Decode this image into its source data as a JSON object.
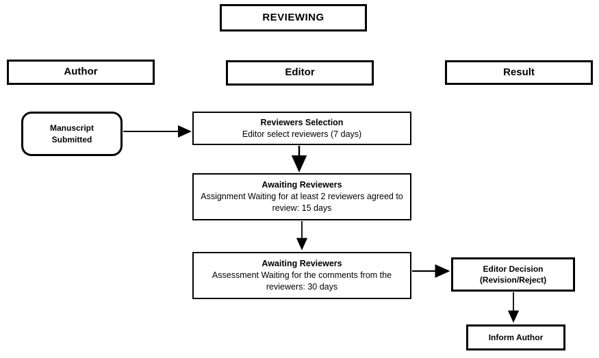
{
  "title": "REVIEWING",
  "columns": {
    "author": "Author",
    "editor": "Editor",
    "result": "Result"
  },
  "nodes": {
    "manuscript": {
      "line1": "Manuscript",
      "line2": "Submitted"
    },
    "reviewers_selection": {
      "title": "Reviewers Selection",
      "body": "Editor select reviewers (7 days)"
    },
    "awaiting_assignment": {
      "title": "Awaiting Reviewers",
      "body": "Assignment Waiting for at least 2 reviewers agreed to review: 15 days"
    },
    "awaiting_assessment": {
      "title": "Awaiting Reviewers",
      "body": "Assessment Waiting for the comments from the reviewers: 30 days"
    },
    "editor_decision": {
      "line1": "Editor Decision",
      "line2": "(Revision/Reject)"
    },
    "inform_author": {
      "label": "Inform Author"
    }
  },
  "colors": {
    "border": "#000000",
    "background": "#ffffff",
    "text": "#000000",
    "arrow": "#000000"
  }
}
